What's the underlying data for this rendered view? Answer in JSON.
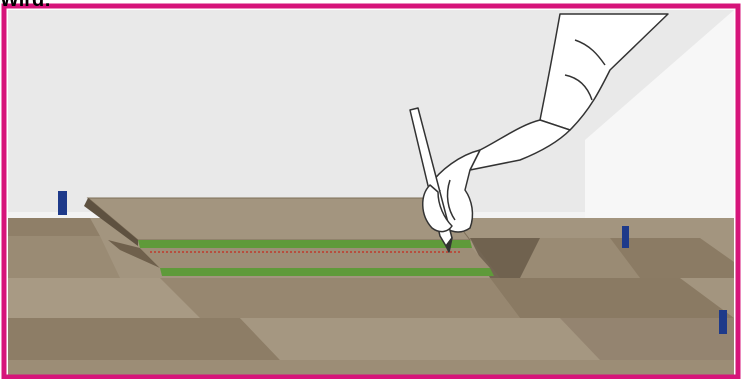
{
  "caption": {
    "text": "Wird:"
  },
  "colors": {
    "frame": "#d6147a",
    "wall": "#e9e9e9",
    "baseboard": "#f4f4f4",
    "spacer": "#1e3a8a",
    "board_light": "#a3957f",
    "board_mid": "#8f7f68",
    "board_dark": "#6f604c",
    "groove_green": "#5f9a3a",
    "pencil_mark": "#c0392b",
    "skin_outline": "#333333"
  },
  "illustration": {
    "subject": "marking-floor-board-with-pencil",
    "spacers": 3,
    "glued_strips": 2
  }
}
